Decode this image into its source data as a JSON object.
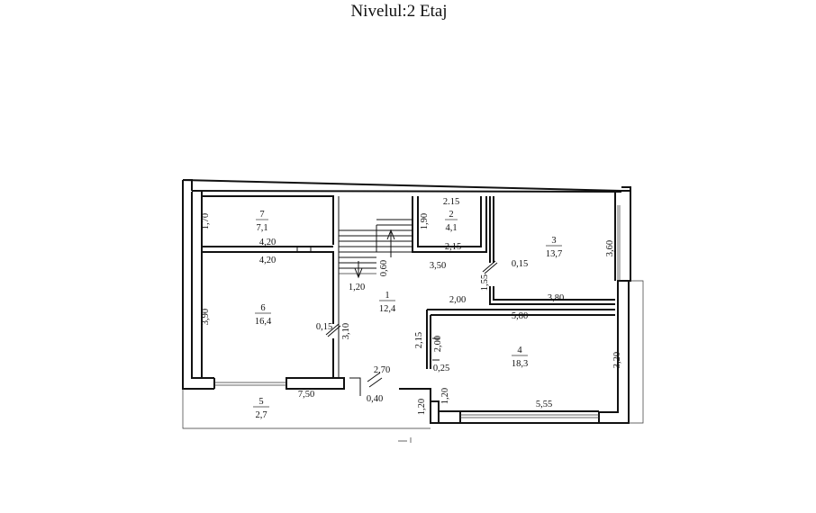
{
  "title": "Nivelul:2 Etaj",
  "rooms": [
    {
      "id": "7",
      "area": "7,1"
    },
    {
      "id": "2",
      "area": "4,1"
    },
    {
      "id": "3",
      "area": "13,7"
    },
    {
      "id": "6",
      "area": "16,4"
    },
    {
      "id": "1",
      "area": "12,4"
    },
    {
      "id": "4",
      "area": "18,3"
    },
    {
      "id": "5",
      "area": "2,7"
    }
  ],
  "dimensions": {
    "r7_height": "1,70",
    "r7_width": "4,20",
    "r6_width": "4,20",
    "r6_height": "3,90",
    "r6_door": "0,15",
    "r1_door_h": "3,10",
    "r2_top": "2.15",
    "r2_bottom": "2,15",
    "r2_height": "1,90",
    "stair_width": "1,20",
    "stair_gap": "0,60",
    "corr_width": "3,50",
    "r3_door": "0,15",
    "r3_door_h": "1,55",
    "r3_height": "3,60",
    "r3_width": "3,80",
    "corr_step": "2,00",
    "r4_top": "5,80",
    "r4_left_a": "2,15",
    "r4_left_b": "2,00",
    "r4_door": "0,25",
    "r4_height": "3,20",
    "r4_bottom": "5,55",
    "entry_width": "2,70",
    "entry_door": "0,40",
    "entry_step": "1,20",
    "entry_step_b": "1,20",
    "balcony_width": "7,50"
  }
}
